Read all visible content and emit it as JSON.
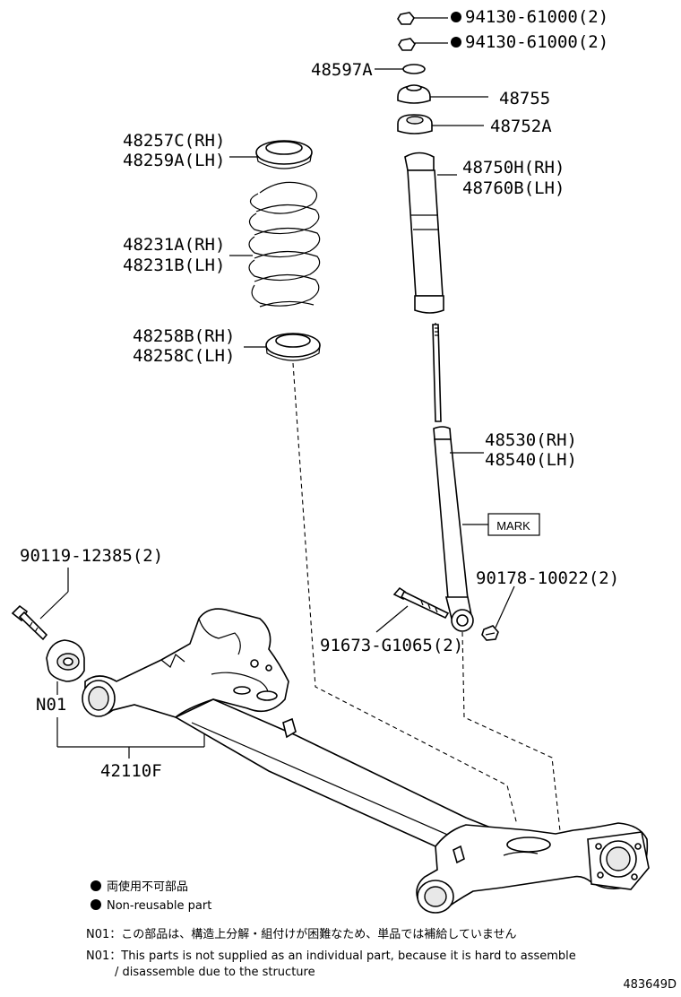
{
  "labels": {
    "nut_top": "94130-61000(2)",
    "nut_2": "94130-61000(2)",
    "p48597": "48597A",
    "p48755": "48755",
    "p48752": "48752A",
    "p48257": "48257C(RH)",
    "p48259": "48259A(LH)",
    "p48750": "48750H(RH)",
    "p48760": "48760B(LH)",
    "p48231a": "48231A(RH)",
    "p48231b": "48231B(LH)",
    "p48258b": "48258B(RH)",
    "p48258c": "48258C(LH)",
    "p48530": "48530(RH)",
    "p48540": "48540(LH)",
    "mark": "MARK",
    "p90119": "90119-12385(2)",
    "p90178": "90178-10022(2)",
    "p91673": "91673-G1065(2)",
    "n01": "N01",
    "p42110": "42110F"
  },
  "legend": {
    "jp": "両使用不可部品",
    "en": "Non-reusable part"
  },
  "notes": {
    "n01_jp": "N01：この部品は、構造上分解・組付けが困難なため、単品では補給していません",
    "n01_en_1": "N01：This parts is not supplied as an individual part, because it is hard to assemble",
    "n01_en_2": "/ disassemble due to the structure"
  },
  "diagram_id": "483649D"
}
